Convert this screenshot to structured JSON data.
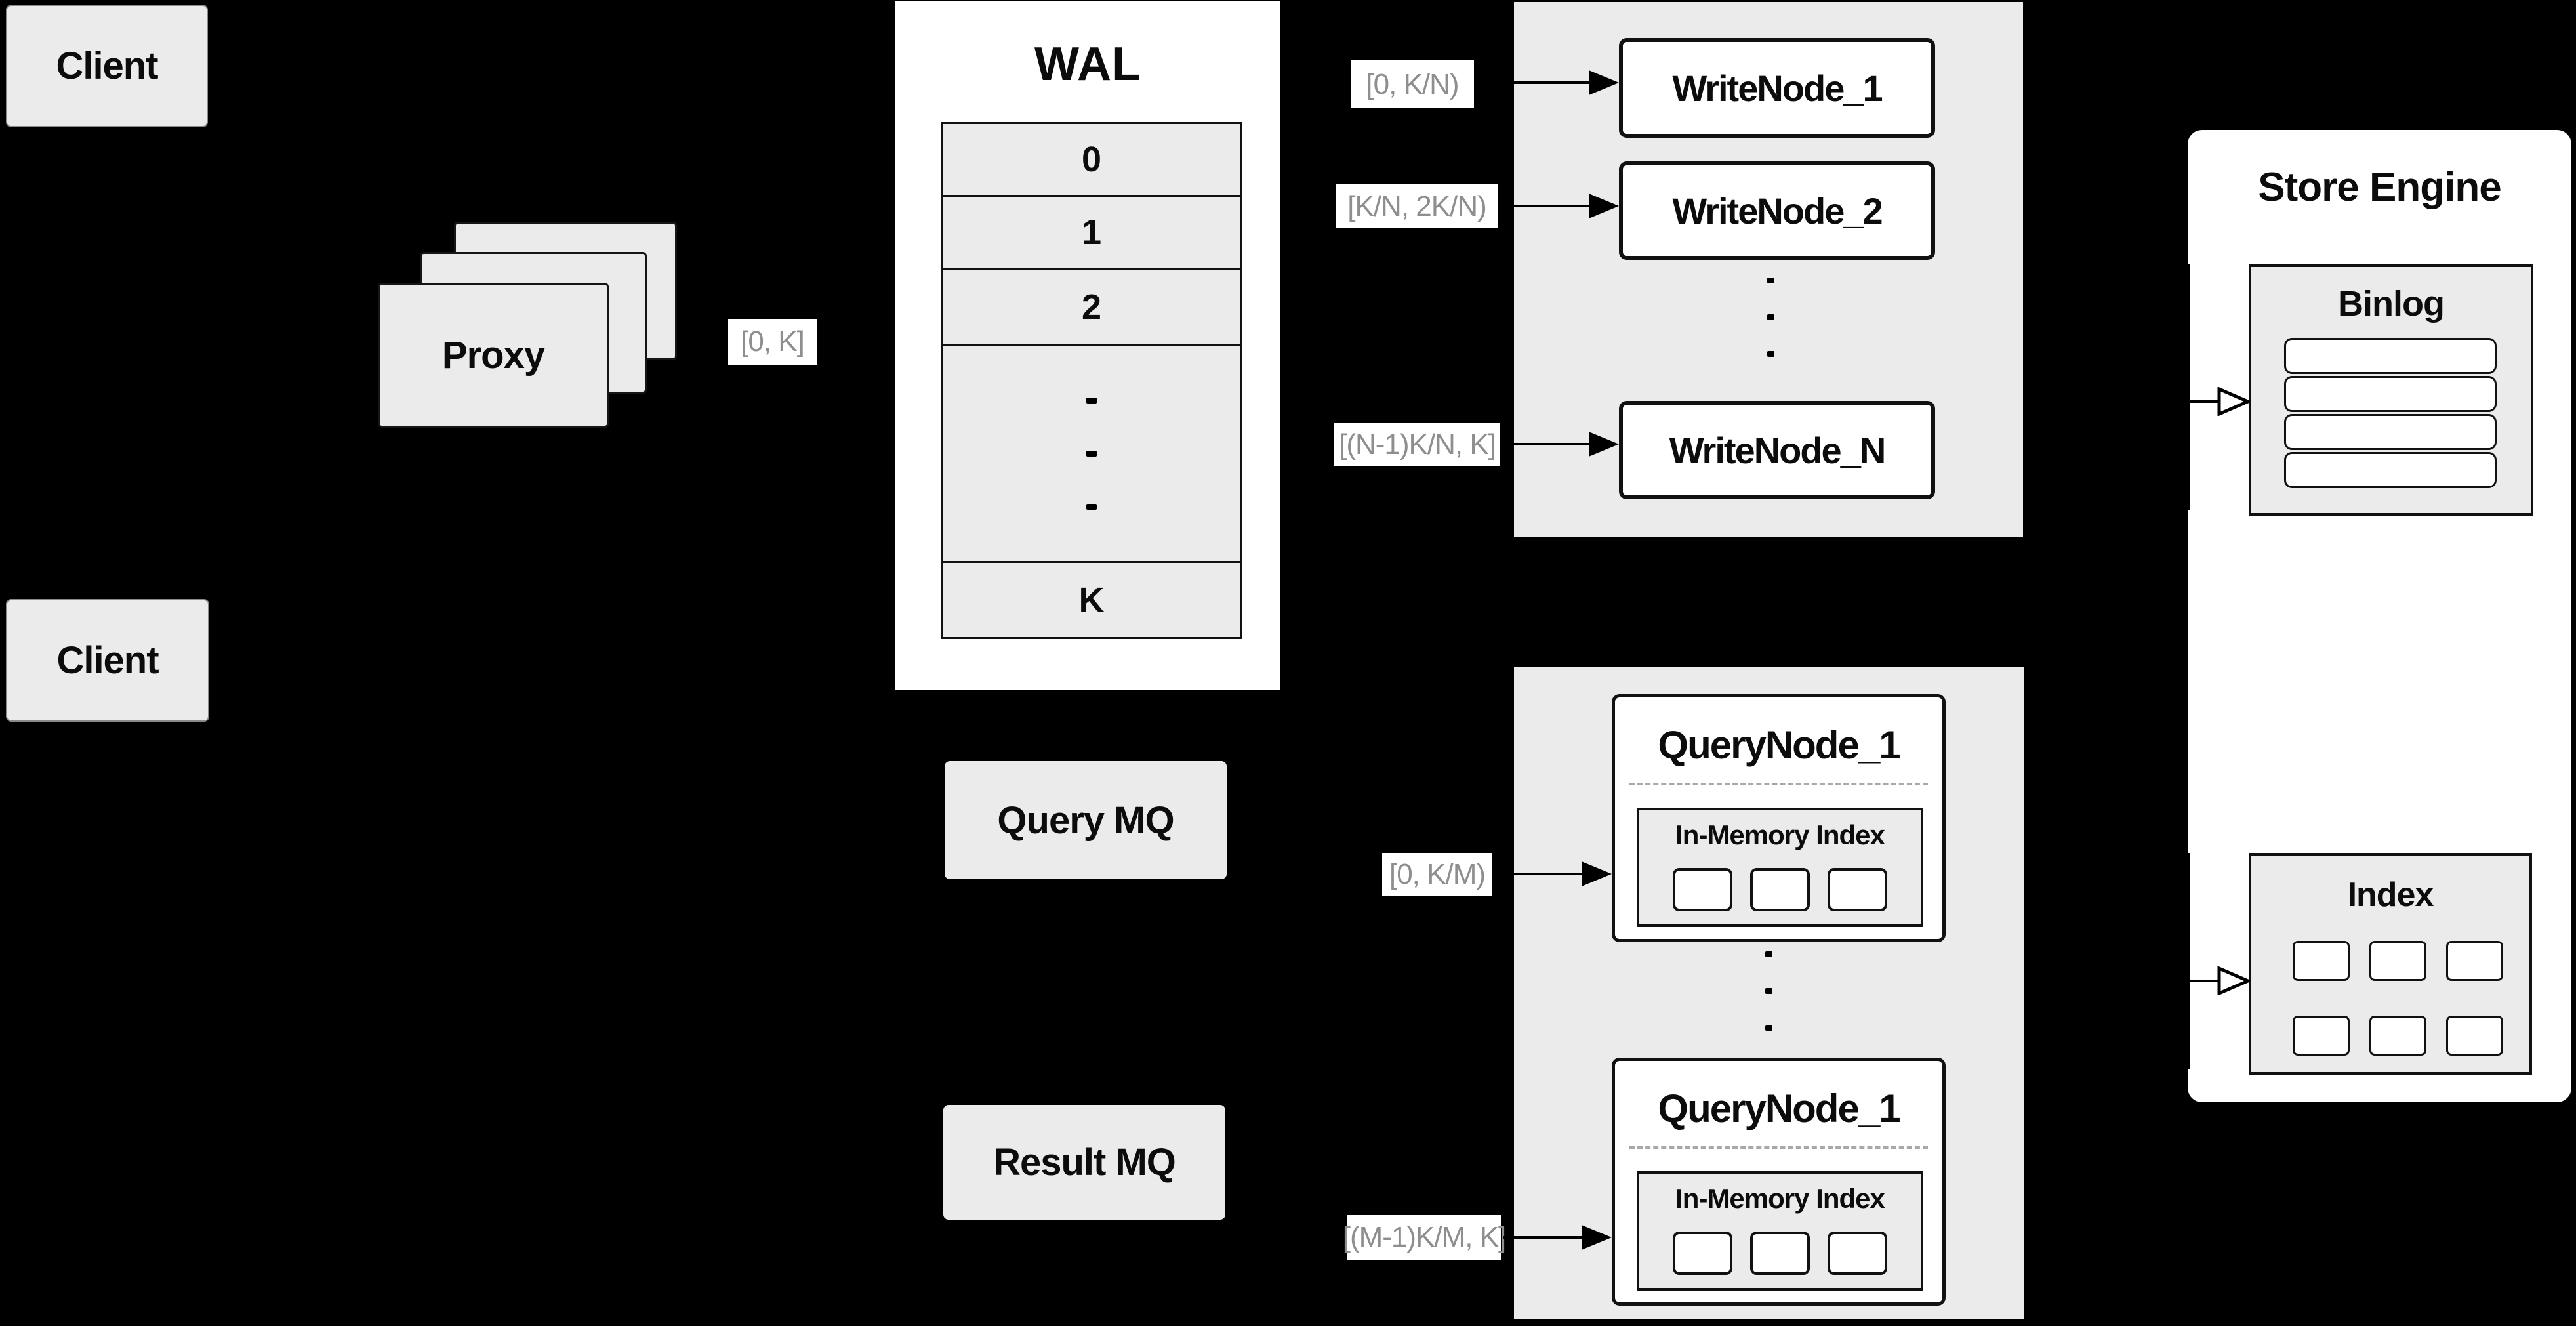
{
  "diagram_title": "Distributed write/query architecture diagram",
  "colors": {
    "background": "#000000",
    "panel_fill": "#ebebeb",
    "node_fill": "#ffffff",
    "border": "#111111",
    "range_label_text": "#8e8e8e"
  },
  "clients": {
    "top": "Client",
    "bottom": "Client"
  },
  "proxy": {
    "label": "Proxy"
  },
  "wal": {
    "title": "WAL",
    "row0": "0",
    "row1": "1",
    "row2": "2",
    "rowK": "K"
  },
  "write_panel": {
    "node1": "WriteNode_1",
    "node2": "WriteNode_2",
    "nodeN": "WriteNode_N"
  },
  "query_panel": {
    "node1": {
      "title": "QueryNode_1",
      "index_title": "In-Memory Index"
    },
    "node2": {
      "title": "QueryNode_1",
      "index_title": "In-Memory Index"
    }
  },
  "mq": {
    "query": "Query MQ",
    "result": "Result MQ"
  },
  "store": {
    "title": "Store Engine",
    "binlog": "Binlog",
    "index": "Index"
  },
  "labels": {
    "proxy_range": "[0, K]",
    "wn1_range": "[0, K/N)",
    "wn2_range": "[K/N, 2K/N)",
    "wnN_range": "[(N-1)K/N, K]",
    "qn1_range": "[0, K/M)",
    "qn2_range": "[(M-1)K/M, K]"
  }
}
